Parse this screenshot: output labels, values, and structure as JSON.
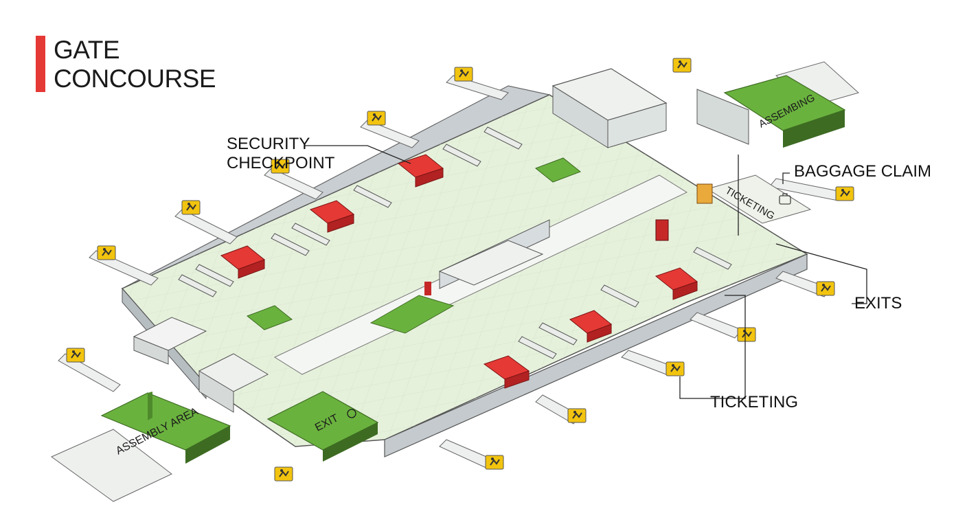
{
  "title": {
    "line1": "GATE",
    "line2": "CONCOURSE"
  },
  "callouts": {
    "security": {
      "line1": "SECURITY",
      "line2": "CHECKPOINT"
    },
    "baggage": "BAGGAGE CLAIM",
    "exits": "EXITS",
    "ticketing": "TICKETING"
  },
  "floor_labels": {
    "assembly_area": "ASSEMBLY AREA",
    "exit": "EXIT",
    "assembling": "ASSEMBING",
    "ticketing": "TICKETING"
  },
  "colors": {
    "floor": "#e6f1dc",
    "floor_grid": "#cfdcc3",
    "wall": "#c9ced2",
    "wall_dark": "#8f979d",
    "green_zone": "#6ab23e",
    "red_counter": "#e53935",
    "sign_yellow": "#f2c40f",
    "line": "#333333"
  },
  "icons": {
    "gate_sign": "person-walking-icon",
    "exit_sign": "exit-icon",
    "baggage": "luggage-icon"
  }
}
